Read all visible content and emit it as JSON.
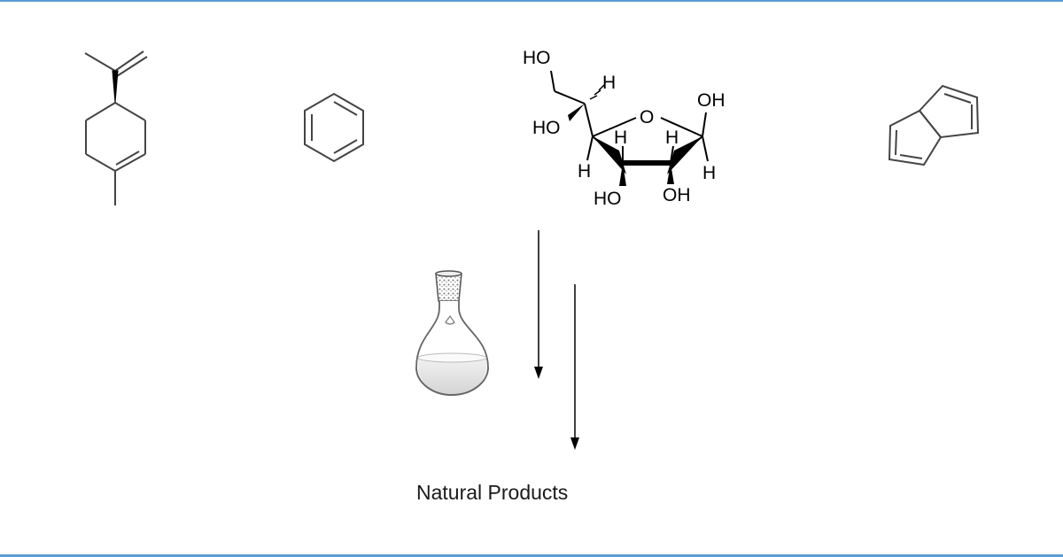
{
  "diagram": {
    "caption": "Natural Products",
    "molecules": [
      {
        "icon": "limonene-structure-icon"
      },
      {
        "icon": "benzene-structure-icon"
      },
      {
        "icon": "furanose-sugar-structure-icon"
      },
      {
        "icon": "pentalene-structure-icon"
      }
    ],
    "sugar_labels": {
      "ho_top": "HO",
      "h_top": "H",
      "ho_left": "HO",
      "ring_o": "O",
      "oh_right": "OH",
      "h_c4": "H",
      "h_c3": "H",
      "h_c2": "H",
      "h_c5": "H",
      "h_c1": "H",
      "ho_bottom_left": "HO",
      "oh_bottom_right": "OH"
    },
    "flask": {
      "icon": "erlenmeyer-flask-icon"
    },
    "arrows": {
      "icon": "reaction-arrow-icon"
    },
    "colors": {
      "frame": "#5b9bd5",
      "ink": "#000000"
    }
  }
}
